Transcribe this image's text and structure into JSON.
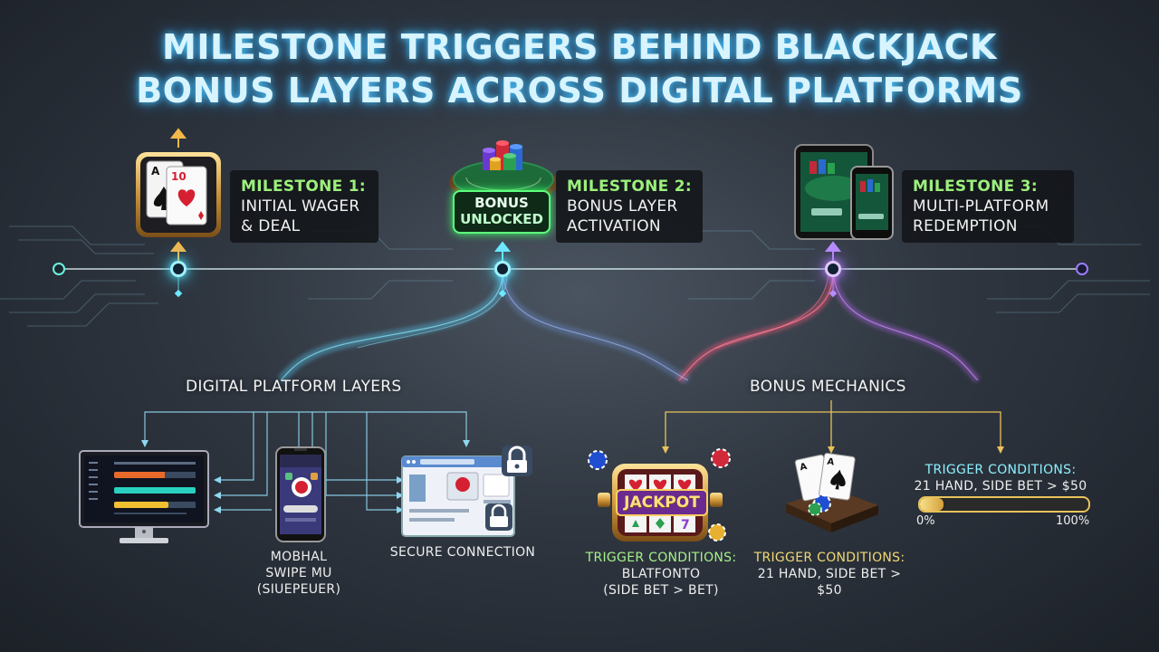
{
  "title": {
    "line1": "MILESTONE TRIGGERS BEHIND BLACKJACK",
    "line2": "BONUS LAYERS ACROSS DIGITAL PLATFORMS"
  },
  "milestones": [
    {
      "heading": "MILESTONE 1:",
      "line1": "INITIAL WAGER",
      "line2": "& DEAL"
    },
    {
      "heading": "MILESTONE 2:",
      "line1": "BONUS LAYER",
      "line2": "ACTIVATION"
    },
    {
      "heading": "MILESTONE 3:",
      "line1": "MULTI-PLATFORM",
      "line2": "REDEMPTION"
    }
  ],
  "bonus_badge": {
    "line1": "BONUS",
    "line2": "UNLOCKED"
  },
  "sections": {
    "platform_layers": "DIGITAL PLATFORM LAYERS",
    "bonus_mechanics": "BONUS MECHANICS"
  },
  "platform_captions": {
    "mobile": [
      "MOBHAL",
      "SWIPE MU",
      "(SIUEPEUER)"
    ],
    "secure": "SECURE CONNECTION"
  },
  "jackpot": {
    "sign": "JACKPOT",
    "caption_heading": "TRIGGER CONDITIONS:",
    "caption_lines": [
      "BLATFONTO",
      "(SIDE BET > BET)"
    ]
  },
  "cards_mech": {
    "caption_heading": "TRIGGER CONDITIONS:",
    "caption_line": "21 HAND, SIDE BET > $50"
  },
  "trigger_progress": {
    "heading": "TRIGGER CONDITIONS:",
    "line": "21 HAND, SIDE BET > $50",
    "min_label": "0%",
    "max_label": "100%",
    "progress": 0.14
  },
  "colors": {
    "accent_cyan": "#5ef0ff",
    "accent_purple": "#b884ff",
    "accent_green": "#9cf07c",
    "accent_gold": "#e8c25a"
  }
}
